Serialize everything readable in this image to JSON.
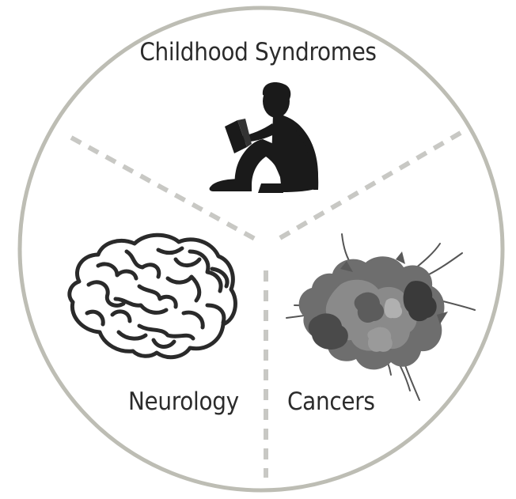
{
  "diagram": {
    "sections": [
      {
        "id": "top",
        "label": "Childhood Syndromes",
        "icon": "child-reading-icon"
      },
      {
        "id": "left",
        "label": "Neurology",
        "icon": "brain-icon"
      },
      {
        "id": "right",
        "label": "Cancers",
        "icon": "cancer-cell-icon"
      }
    ],
    "colors": {
      "circle_outline": "#bdbdb4",
      "divider": "#c8c8c4",
      "text": "#2b2b2b",
      "silhouette": "#1a1a1a"
    }
  }
}
